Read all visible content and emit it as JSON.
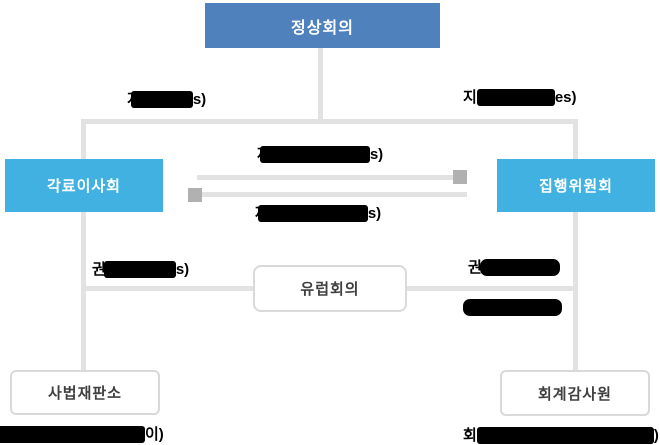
{
  "diagram": {
    "nodes": {
      "summit": {
        "label": "정상회의"
      },
      "council": {
        "label": "각료이사회"
      },
      "commission": {
        "label": "집행위원회"
      },
      "europe": {
        "label": "유럽회의"
      },
      "court": {
        "label": "사법재판소"
      },
      "auditors": {
        "label": "회계감사원"
      }
    },
    "edge_labels": {
      "top_left": {
        "prefix": "지",
        "suffix": "s)",
        "redacted": true
      },
      "top_right": {
        "prefix": "지",
        "suffix": "es)",
        "redacted": true
      },
      "mid_top": {
        "prefix": "제",
        "suffix": "s)",
        "redacted": true
      },
      "mid_bottom": {
        "prefix": "제",
        "suffix": "s)",
        "redacted": true
      },
      "left": {
        "prefix": "권",
        "suffix": "s)",
        "redacted": true
      },
      "right_top": {
        "prefix": "권",
        "suffix": "",
        "redacted": true
      },
      "right_bottom": {
        "prefix": "",
        "suffix": "",
        "redacted": true
      },
      "bottom_left": {
        "prefix": "",
        "suffix": "이)",
        "redacted": true
      },
      "bottom_right": {
        "prefix": "회",
        "suffix": ")",
        "redacted": true
      }
    },
    "colors": {
      "summit_bg": "#4f81bd",
      "side_bg": "#41b1e1",
      "line": "#e2e2e2",
      "arrowhead": "#b1b1b1",
      "white_box_border": "#d9d9d9",
      "white_box_text": "#404040",
      "redaction": "#000000"
    }
  }
}
